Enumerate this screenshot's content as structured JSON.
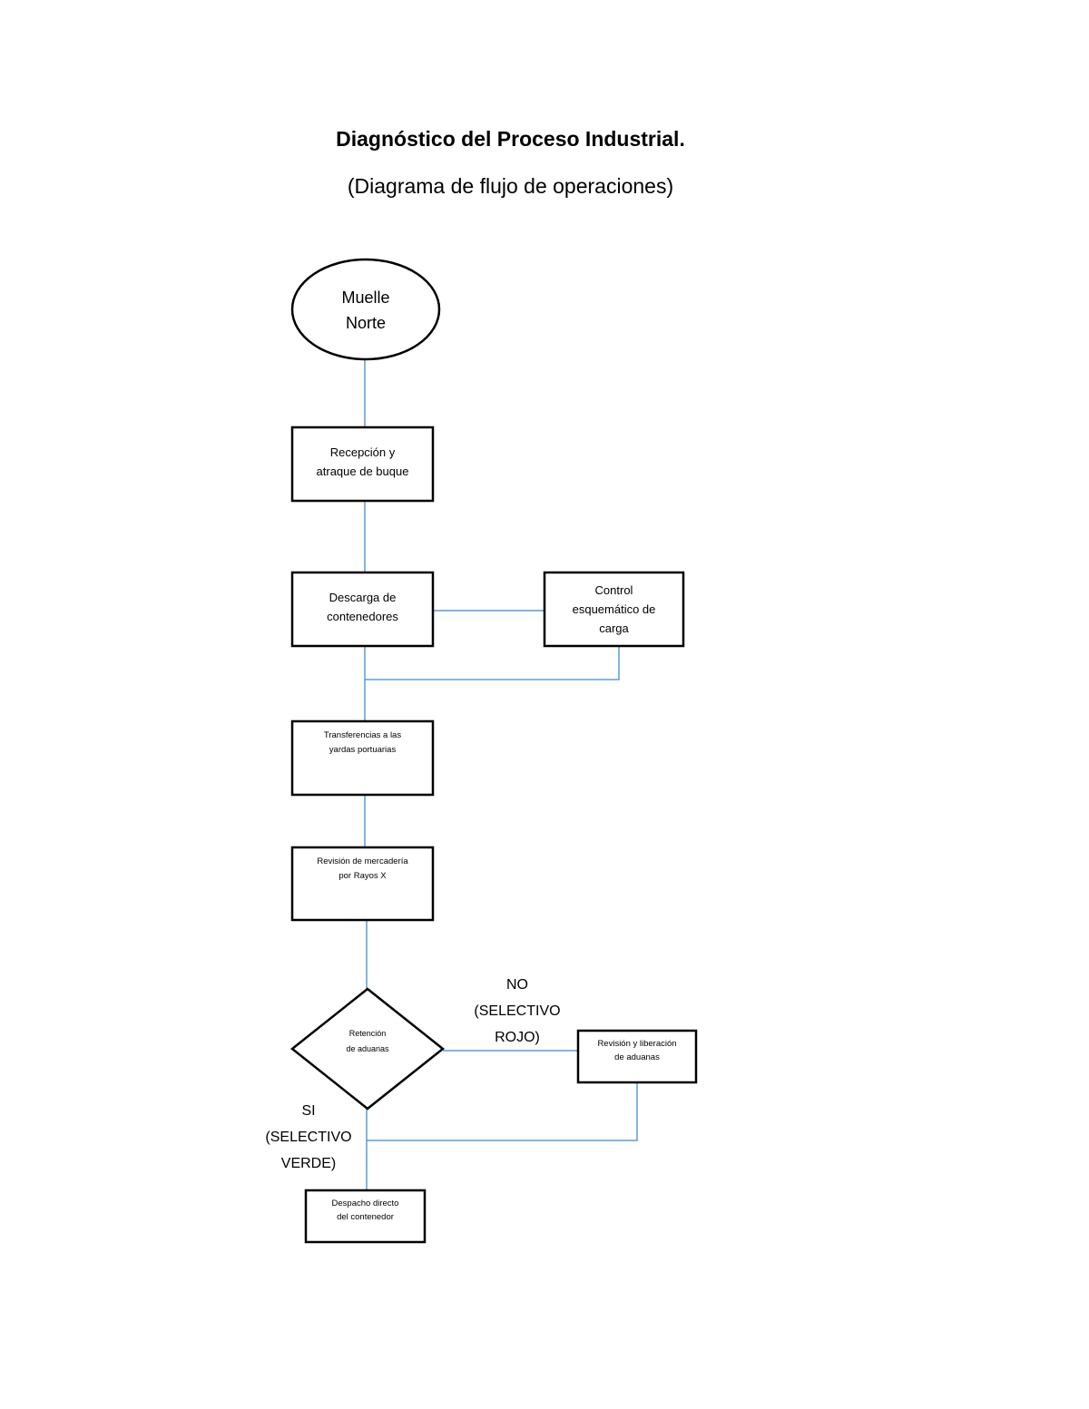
{
  "document": {
    "title": "Diagnóstico del Proceso Industrial.",
    "subtitle": "(Diagrama de flujo de operaciones)"
  },
  "colors": {
    "connector": "#5b9bd5",
    "shape_border": "#000000"
  },
  "nodes": {
    "start": "Muelle\nNorte",
    "reception": "Recepción y\natraque de buque",
    "unloading": "Descarga de\ncontenedores",
    "control": "Control\nesquemático de\ncarga",
    "transfer": "Transferencias a las\nyardas portuarias",
    "xray": "Revisión de mercadería\npor Rayos X",
    "decision": "Retención\nde aduanas",
    "customs_review": "Revisión y liberación\nde aduanas",
    "dispatch": "Despacho directo\ndel contenedor"
  },
  "branches": {
    "no": "NO\n(SELECTIVO\nROJO)",
    "yes": "SI\n(SELECTIVO\nVERDE)"
  }
}
